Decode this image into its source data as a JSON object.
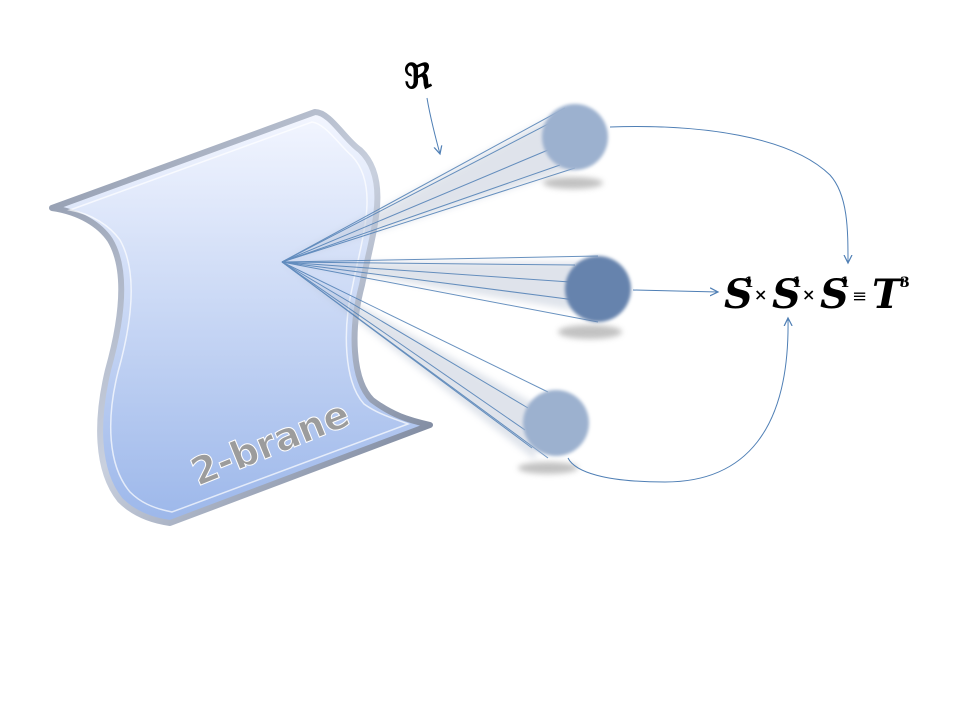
{
  "brane": {
    "label": "2-brane"
  },
  "symbol": {
    "label": "ℜ"
  },
  "equation": {
    "s1": "S",
    "s1_exp": "1",
    "times1": "×",
    "s2": "S",
    "s2_exp": "1",
    "times2": "×",
    "s3": "S",
    "s3_exp": "1",
    "equiv": "≡",
    "t": "T",
    "t_exp": "3"
  },
  "colors": {
    "line": "#4f7fb5",
    "sphere_light": "#9cb1cf",
    "sphere_dark": "#6683ad",
    "brane_fill_top": "#eef3ff",
    "brane_fill_bottom": "#9db8ec",
    "brane_edge": "#7a8ba6"
  }
}
